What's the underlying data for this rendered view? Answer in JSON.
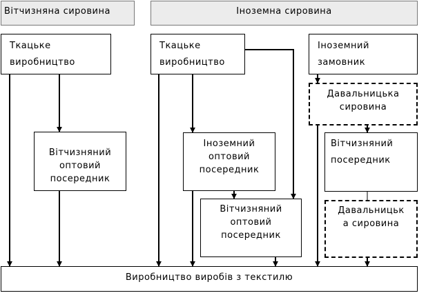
{
  "headers": {
    "domestic": "Вітчизняна сировина",
    "foreign": "Іноземна сировина"
  },
  "nodes": {
    "weaving_1": "Ткацьке\nвиробництво",
    "weaving_2": "Ткацьке\nвиробництво",
    "foreign_customer": "Іноземний\nзамовник",
    "toll_raw_1": "Давальницька\nсировина",
    "domestic_wholesale_1": "Вітчизняний\nоптовий\nпосередник",
    "foreign_wholesale": "Іноземний\nоптовий\nпосередник",
    "domestic_intermediary": "Вітчизняний\nпосередник",
    "domestic_wholesale_2": "Вітчизняний\nоптовий\nпосередник",
    "toll_raw_2": "Давальницьк\nа сировина",
    "production": "Виробництво виробів з текстилю"
  }
}
